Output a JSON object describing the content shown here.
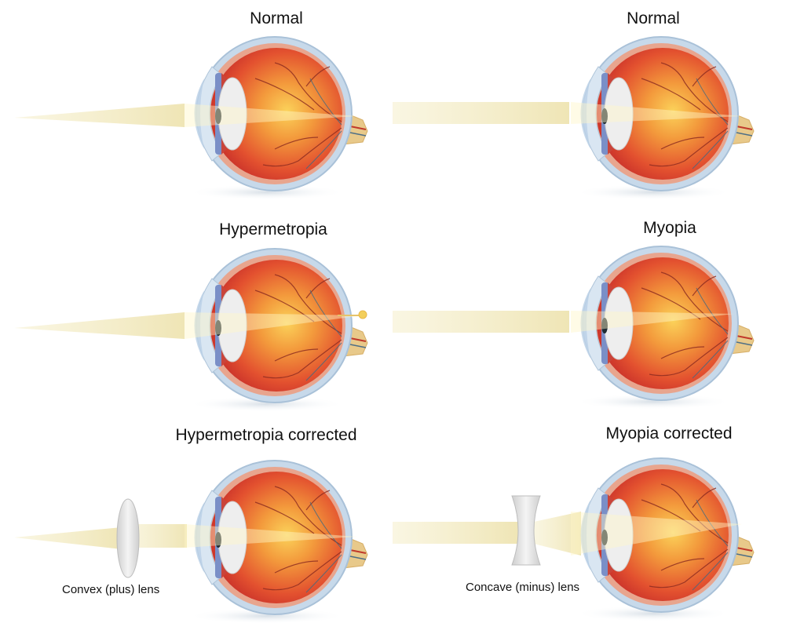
{
  "diagram": {
    "subject": "Refractive errors of the eye and their correction",
    "layout": "3 rows x 2 columns",
    "panels": [
      {
        "id": "normal-left",
        "title": "Normal",
        "light": "converging",
        "focus": "on retina",
        "lens": null
      },
      {
        "id": "normal-right",
        "title": "Normal",
        "light": "parallel",
        "focus": "on retina",
        "lens": null
      },
      {
        "id": "hypermetropia",
        "title": "Hypermetropia",
        "light": "converging",
        "focus": "behind retina",
        "lens": null
      },
      {
        "id": "myopia",
        "title": "Myopia",
        "light": "parallel",
        "focus": "in front of retina",
        "lens": null
      },
      {
        "id": "hypermetropia-corrected",
        "title": "Hypermetropia corrected",
        "light": "converging",
        "focus": "on retina",
        "lens": "convex",
        "lens_label": "Convex (plus) lens"
      },
      {
        "id": "myopia-corrected",
        "title": "Myopia corrected",
        "light": "parallel",
        "focus": "on retina",
        "lens": "concave",
        "lens_label": "Concave (minus) lens"
      }
    ],
    "colors": {
      "light_beam": "#f4edc4",
      "eye_interior": "#e2482c",
      "eye_glow": "#f8b44a",
      "sclera": "#b9cfe3",
      "lens": "#e3e3e3",
      "optic_nerve": "#e8c98a",
      "vessels": "#8a2a20",
      "text": "#111111"
    }
  }
}
